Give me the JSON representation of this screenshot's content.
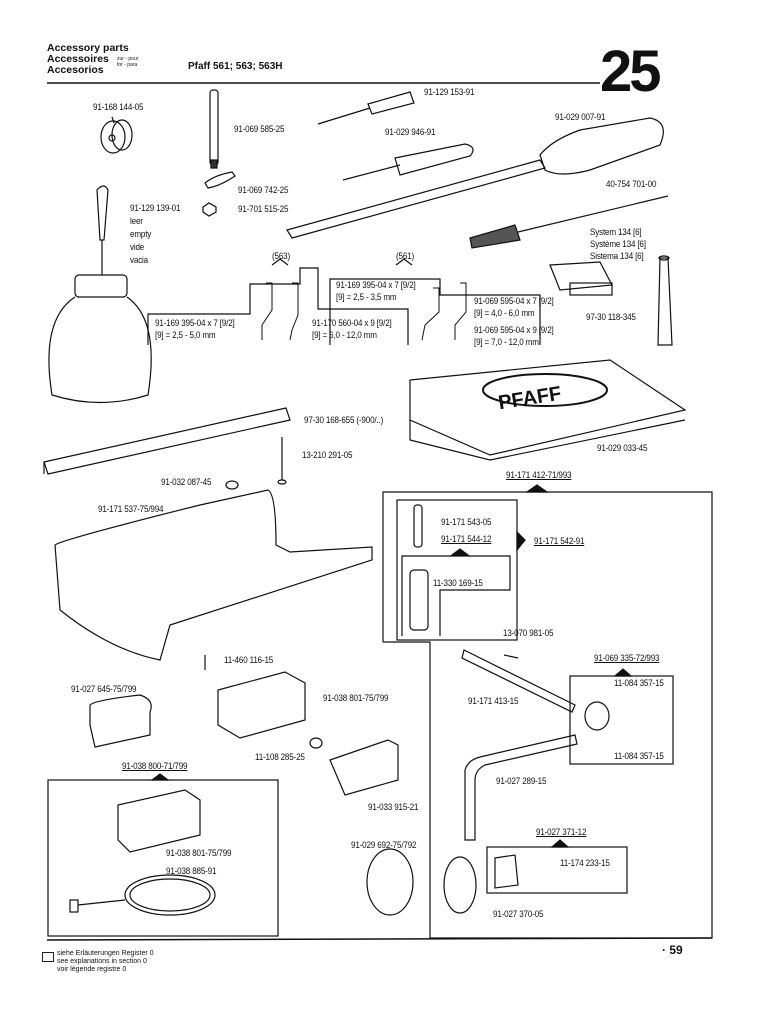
{
  "header": {
    "title_lines": [
      "Accessory parts",
      "Accessoires",
      "Accesorios"
    ],
    "for_small": [
      "zur - pour",
      "for - para"
    ],
    "model": "Pfaff 561; 563; 563H",
    "page_section": "25"
  },
  "parts": {
    "p01": "91-168 144-05",
    "p02": "91-069 585-25",
    "p03": "91-069 742-25",
    "p04": "91-701 515-25",
    "p05": "91-129 139-01",
    "p05a": "leer",
    "p05b": "empty",
    "p05c": "vide",
    "p05d": "vacia",
    "p06": "91-129 153-91",
    "p07": "91-029 946-91",
    "p08": "91-029 007-91",
    "p09": "40-754 701-00",
    "p10a": "System 134 [6]",
    "p10b": "Système 134 [6]",
    "p10c": "Sistema 134 [6]",
    "g563": "(563)",
    "g561": "(561)",
    "p11": "91-169 395-04 x 7 [9/2]",
    "p11r": "[9] = 2,5 - 5,0 mm",
    "p12": "91-170 560-04 x 9 [9/2]",
    "p12r": "[9] = 6,0 - 12,0 mm",
    "p13": "91-169 395-04 x 7 [9/2]",
    "p13r": "[9] = 2,5 - 3,5 mm",
    "p14": "91-069 595-04 x 7 [9/2]",
    "p14r": "[9] = 4,0 - 6,0 mm",
    "p15": "91-069 595-04 x 9 [9/2]",
    "p15r": "[9] = 7,0 - 12,0 mm",
    "p16": "97-30 118-345",
    "p17": "97-30 168-655 (-900/..)",
    "p18": "13-210 291-05",
    "p19": "91-032 087-45",
    "p20": "91-171 537-75/994",
    "p21": "91-029 033-45",
    "brand": "PFAFF",
    "p22": "91-171 412-71/993",
    "p23": "91-171 543-05",
    "p24": "91-171 544-12",
    "p25": "91-171 542-91",
    "p26": "11-330 169-15",
    "p27": "13-070 981-05",
    "p28": "11-460 116-15",
    "p29": "91-027 645-75/799",
    "p30": "91-038 801-75/799",
    "p31": "91-069 335-72/993",
    "p32": "11-084 357-15",
    "p33": "91-171 413-15",
    "p34": "11-084 357-15",
    "p35": "11-108 285-25",
    "p36": "91-038 800-71/799",
    "p37": "91-027 289-15",
    "p38": "91-033 915-21",
    "p39": "91-027 371-12",
    "p40": "91-029 692-75/792",
    "p41": "91-038 801-75/799",
    "p42": "11-174 233-15",
    "p43": "91-038 885-91",
    "p44": "91-027 370-05"
  },
  "footer": {
    "legend_lines": [
      "siehe Erläuterungen Register 0",
      "see explanations in section 0",
      "voir légende registre 0"
    ],
    "page_number": "· 59"
  }
}
